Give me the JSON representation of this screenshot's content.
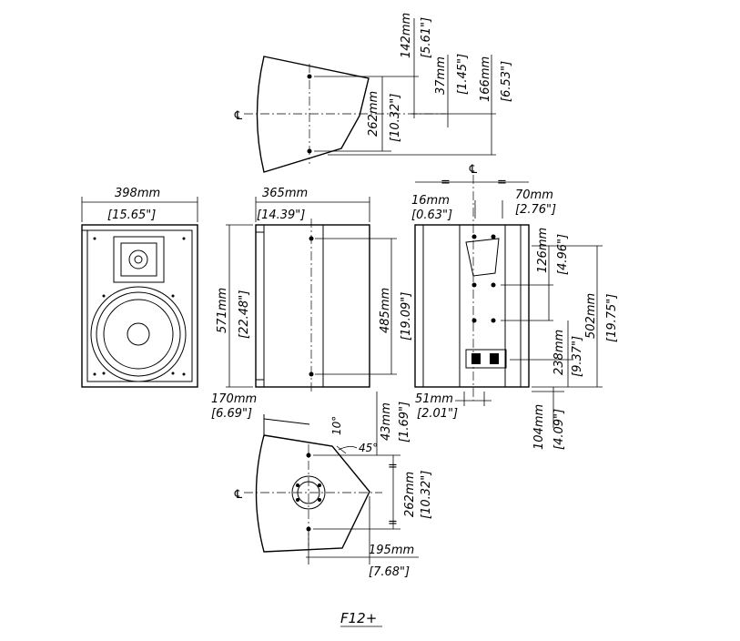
{
  "labels": {
    "top_142": "142mm",
    "top_142_in": "[5.61\"]",
    "top_37": "37mm",
    "top_37_in": "[1.45\"]",
    "top_166": "166mm",
    "top_166_in": "[6.53\"]",
    "top_262": "262mm",
    "top_262_in": "[10.32\"]",
    "front_w": "398mm",
    "front_w_in": "[15.65\"]",
    "side_w": "365mm",
    "side_w_in": "[14.39\"]",
    "height": "571mm",
    "height_in": "[22.48\"]",
    "h485": "485mm",
    "h485_in": "[19.09\"]",
    "r16": "16mm",
    "r16_in": "[0.63\"]",
    "r70": "70mm",
    "r70_in": "[2.76\"]",
    "r126": "126mm",
    "r126_in": "[4.96\"]",
    "r502": "502mm",
    "r502_in": "[19.75\"]",
    "r238": "238mm",
    "r238_in": "[9.37\"]",
    "r104": "104mm",
    "r104_in": "[4.09\"]",
    "r51": "51mm",
    "r51_in": "[2.01\"]",
    "b170": "170mm",
    "b170_in": "[6.69\"]",
    "b10": "10°",
    "b45": "45°",
    "b43": "43mm",
    "b43_in": "[1.69\"]",
    "b262": "262mm",
    "b262_in": "[10.32\"]",
    "b195": "195mm",
    "b195_in": "[7.68\"]",
    "cl": "℄",
    "eq": "=",
    "model": "F12+"
  }
}
